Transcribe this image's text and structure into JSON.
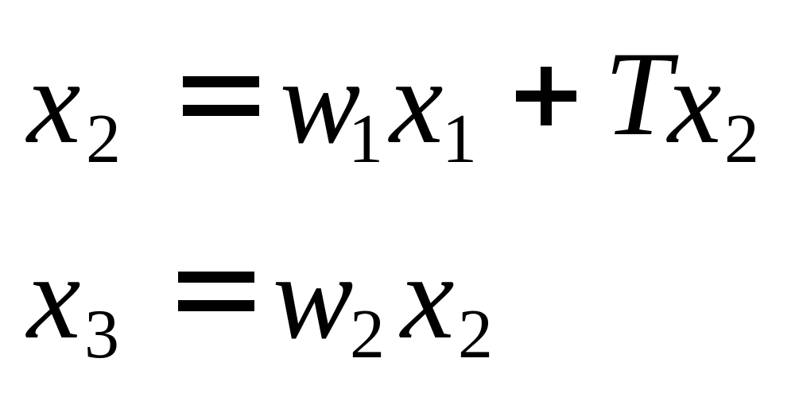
{
  "equations": [
    {
      "lhs": {
        "var": "x",
        "sub": "2"
      },
      "equals": "=",
      "rhs": [
        {
          "var": "w",
          "sub": "1"
        },
        {
          "var": "x",
          "sub": "1"
        },
        {
          "op": "+"
        },
        {
          "var": "T"
        },
        {
          "var": "x",
          "sub": "2"
        }
      ]
    },
    {
      "lhs": {
        "var": "x",
        "sub": "3"
      },
      "equals": "=",
      "rhs": [
        {
          "var": "w",
          "sub": "2"
        },
        {
          "var": "x",
          "sub": "2"
        }
      ]
    }
  ]
}
